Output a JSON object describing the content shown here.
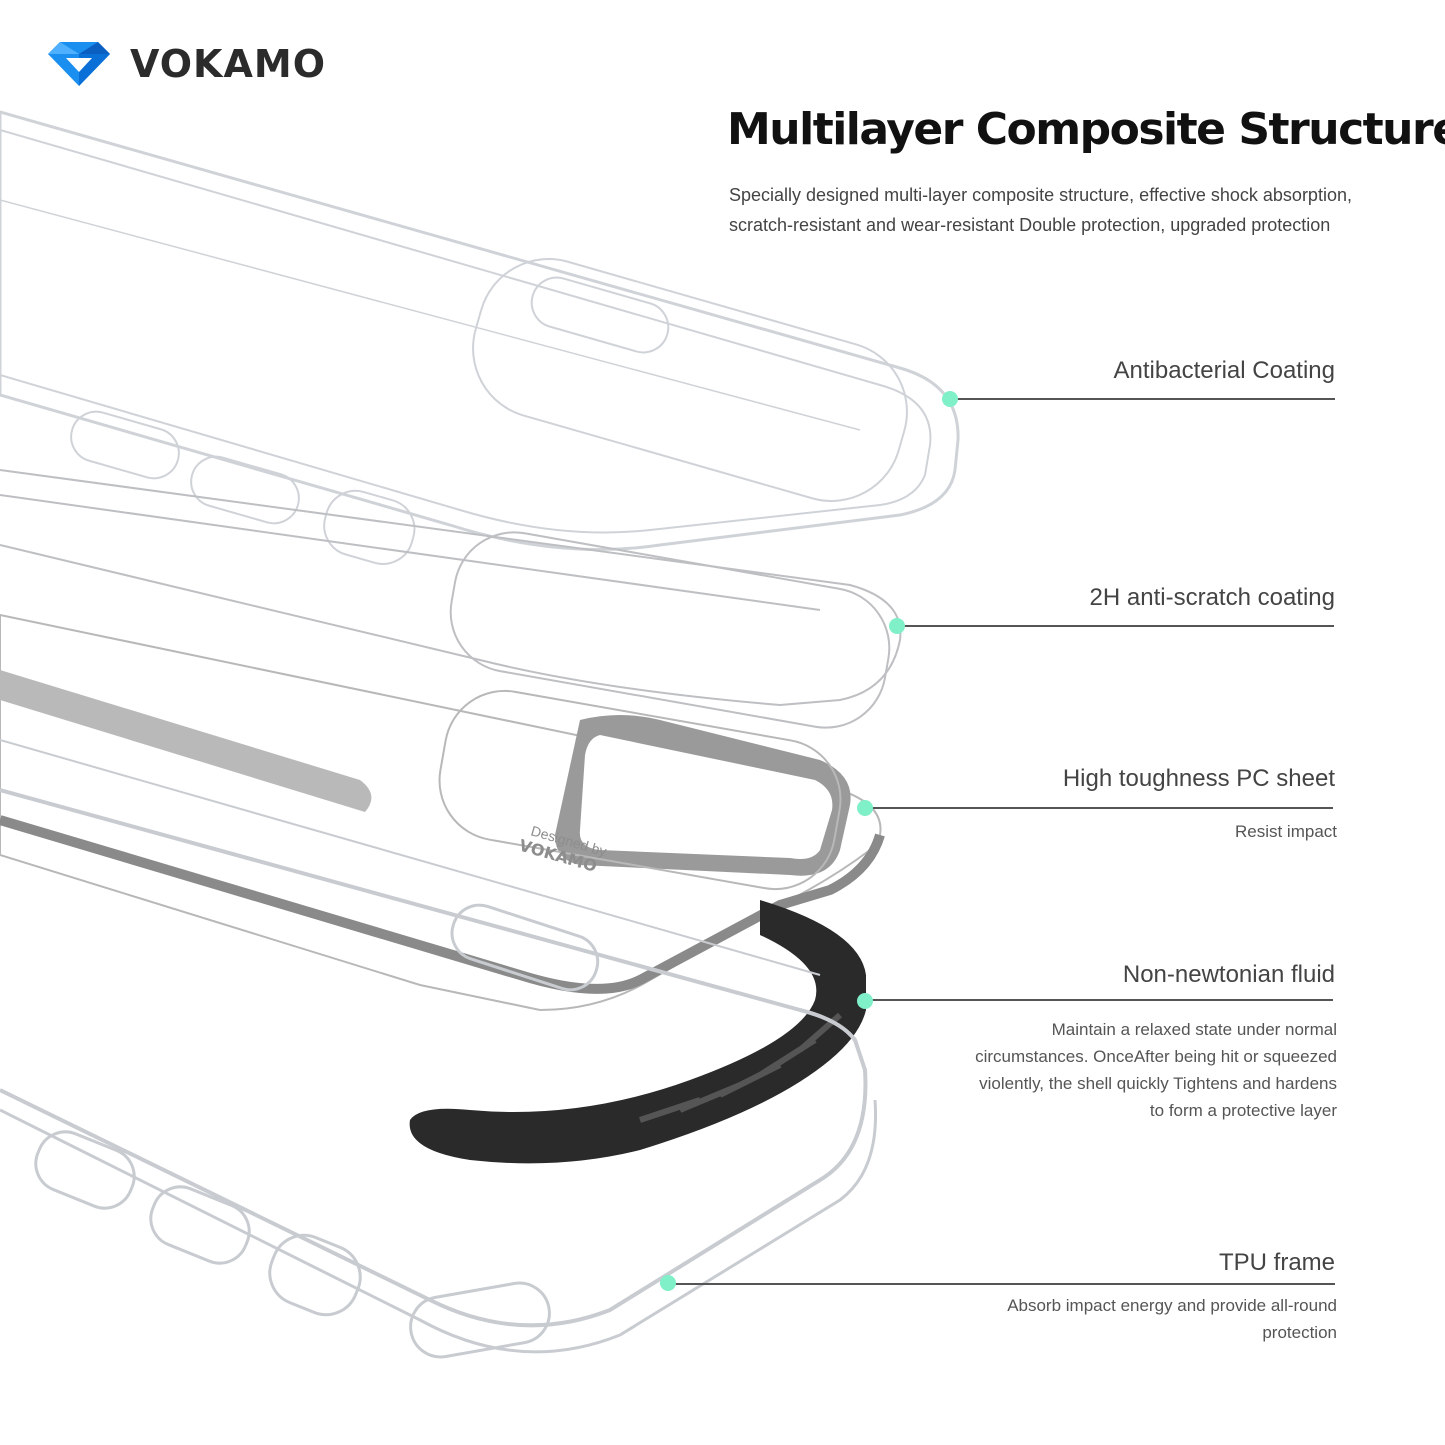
{
  "brand": {
    "name": "VOKAMO",
    "colors": {
      "logo_primary": "#1a8ff0",
      "logo_dark": "#0b5fc0"
    }
  },
  "header": {
    "title": "Multilayer Composite Structure",
    "subtitle": "Specially designed multi-layer composite structure, effective shock absorption, scratch-resistant and wear-resistant Double protection, upgraded protection"
  },
  "case_print": {
    "line1": "Designed by",
    "line2": "VOKAMO"
  },
  "layers": [
    {
      "title": "Antibacterial Coating",
      "desc": ""
    },
    {
      "title": "2H anti-scratch coating",
      "desc": ""
    },
    {
      "title": "High toughness PC sheet",
      "desc": "Resist impact"
    },
    {
      "title": "Non-newtonian fluid",
      "desc": "Maintain a relaxed state under normal circumstances. OnceAfter being hit or squeezed violently, the shell quickly Tightens and hardens to form a protective layer"
    },
    {
      "title": "TPU frame",
      "desc": "Absorb impact energy and provide all-round protection"
    }
  ],
  "colors": {
    "accent_dot": "#7ff0c8",
    "fluid_strip": "#2a2a2a",
    "pc_grey": "#8a8a8a"
  }
}
